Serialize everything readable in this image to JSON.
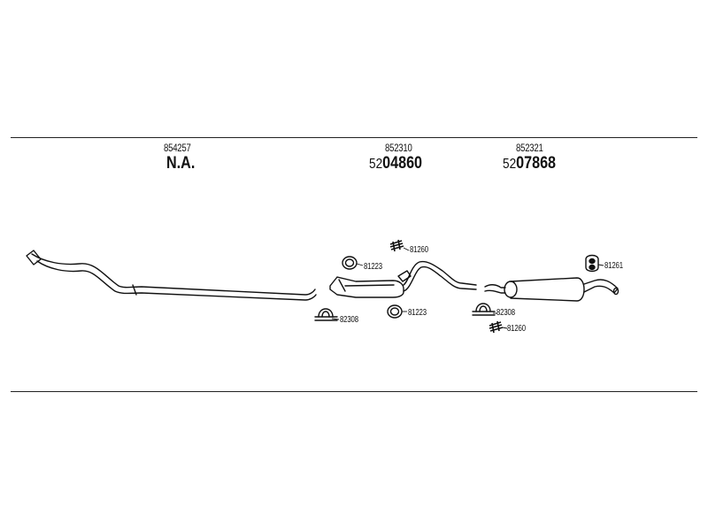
{
  "sections": [
    {
      "part_number": "854257",
      "ref": "N.A."
    },
    {
      "part_number": "852310",
      "ref_prefix": "52",
      "ref": "04860"
    },
    {
      "part_number": "852321",
      "ref_prefix": "52",
      "ref": "07868"
    }
  ],
  "callouts": {
    "bracket_mid_top": "81260",
    "ring_mid_left": "81223",
    "clamp_mid": "82308",
    "ring_mid_bottom": "81223",
    "clamp_rear": "82308",
    "bracket_rear": "81260",
    "hanger_rear": "81261"
  }
}
